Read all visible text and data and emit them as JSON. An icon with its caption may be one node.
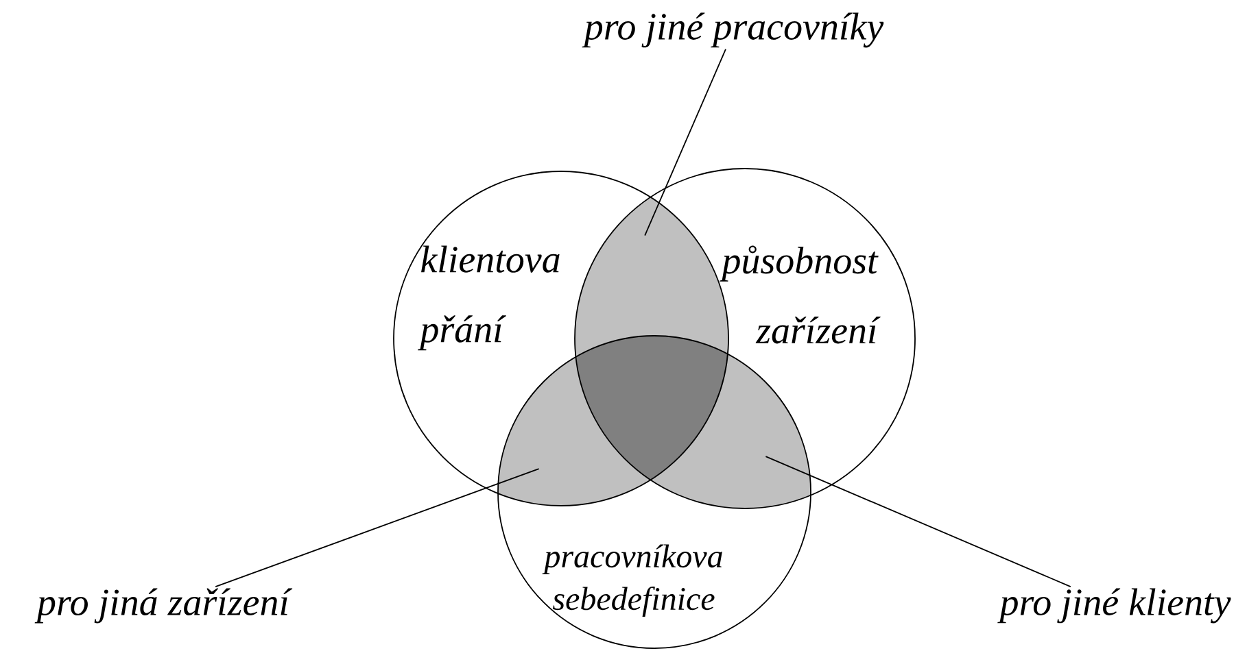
{
  "diagram": {
    "nodes": [
      {
        "text": [
          "klientova přání"
        ]
      },
      {
        "text": [
          "působnost zařízení"
        ]
      },
      {
        "text": [
          "pracovníkova sebedefinice"
        ]
      },
      {
        "text": [],
        "shape": "lens"
      },
      {
        "text": [],
        "shape": "lens"
      },
      {
        "text": [],
        "shape": "lens"
      },
      {
        "text": [],
        "shape": "triangle"
      },
      {
        "text": [
          "pro jiné pracovníky"
        ]
      },
      {
        "text": [
          "pro jiná zařízení"
        ]
      },
      {
        "text": [
          "pro jiné klienty"
        ]
      }
    ],
    "edges": [
      {
        "from": 7,
        "to": 3,
        "arrow": "none"
      },
      {
        "from": 8,
        "to": 4,
        "arrow": "none"
      },
      {
        "from": 9,
        "to": 5,
        "arrow": "none"
      }
    ]
  }
}
